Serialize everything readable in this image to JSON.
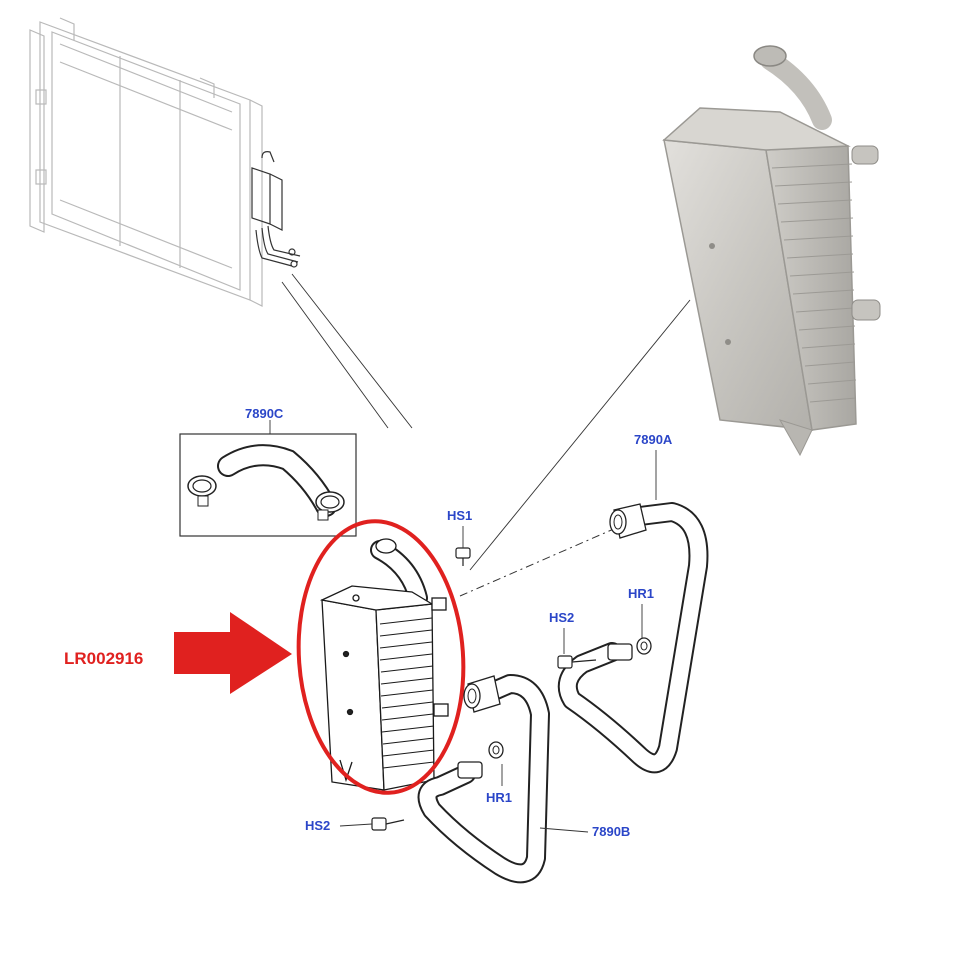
{
  "part_number": "LR002916",
  "colors": {
    "callout_text": "#2b46c8",
    "highlight": "#e0211f",
    "line": "#1a1a1a",
    "photo_metal": "#d3d1cc"
  },
  "callouts": {
    "c7890C": "7890C",
    "c7890A": "7890A",
    "c7890B": "7890B",
    "hs1": "HS1",
    "hs2_upper": "HS2",
    "hs2_lower": "HS2",
    "hr1_upper": "HR1",
    "hr1_lower": "HR1"
  }
}
